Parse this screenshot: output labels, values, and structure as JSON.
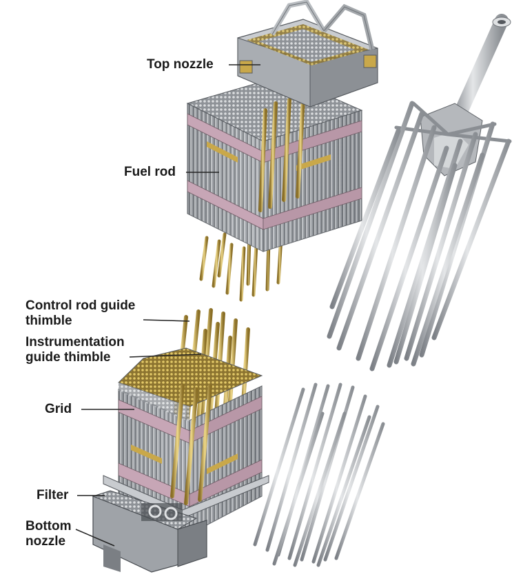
{
  "labels": {
    "top_nozzle": "Top nozzle",
    "fuel_rod": "Fuel rod",
    "control_rod_guide_thimble": [
      "Control rod guide",
      "thimble"
    ],
    "instrumentation_guide_thimble": [
      "Instrumentation",
      "guide thimble"
    ],
    "grid": "Grid",
    "filter": "Filter",
    "bottom_nozzle": [
      "Bottom",
      "nozzle"
    ]
  },
  "colors": {
    "rod_metal": "#b9bcc0",
    "rod_dark": "#6d7176",
    "guide_brass": "#c8a94a",
    "grid_pink": "#d8b3c4",
    "leader": "#222222"
  }
}
